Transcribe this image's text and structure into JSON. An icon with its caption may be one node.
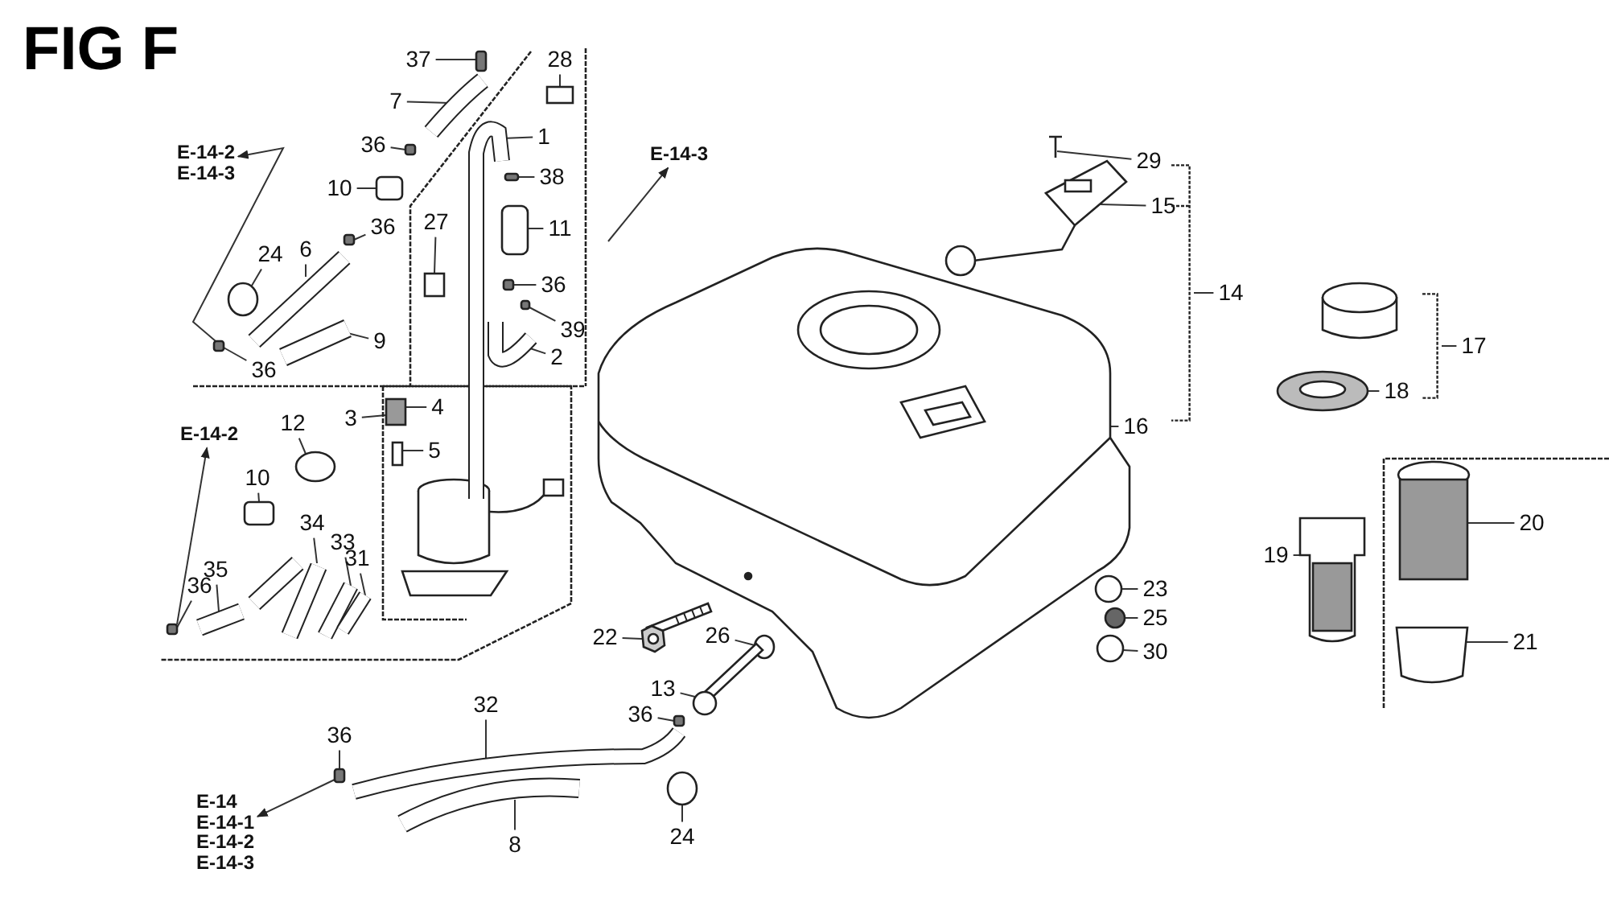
{
  "diagram": {
    "title": "FIG F",
    "nodes": [
      {
        "text": [
          "37"
        ]
      },
      {
        "text": [
          "28"
        ]
      },
      {
        "text": [
          "7"
        ]
      },
      {
        "text": [
          "1"
        ]
      },
      {
        "text": [
          "36"
        ]
      },
      {
        "text": [
          "E-14-2",
          "E-14-3"
        ]
      },
      {
        "text": [
          "E-14-3"
        ]
      },
      {
        "text": [
          "29"
        ]
      },
      {
        "text": [
          "38"
        ]
      },
      {
        "text": [
          "10"
        ]
      },
      {
        "text": [
          "15"
        ]
      },
      {
        "text": [
          "27"
        ]
      },
      {
        "text": [
          "36"
        ]
      },
      {
        "text": [
          "11"
        ]
      },
      {
        "text": [
          "6"
        ]
      },
      {
        "text": [
          "14"
        ]
      },
      {
        "text": [
          "36"
        ]
      },
      {
        "text": [
          "24"
        ]
      },
      {
        "text": [
          "36"
        ]
      },
      {
        "text": [
          "39"
        ]
      },
      {
        "text": [
          "9"
        ]
      },
      {
        "text": [
          "17"
        ]
      },
      {
        "text": [
          "2"
        ]
      },
      {
        "text": [
          "18"
        ]
      },
      {
        "text": [
          "3"
        ]
      },
      {
        "text": [
          "4"
        ]
      },
      {
        "text": [
          "12"
        ]
      },
      {
        "text": [
          "E-14-2"
        ]
      },
      {
        "text": [
          "16"
        ]
      },
      {
        "text": [
          "5"
        ]
      },
      {
        "text": [
          "10"
        ]
      },
      {
        "text": [
          "34"
        ]
      },
      {
        "text": [
          "20"
        ]
      },
      {
        "text": [
          "33"
        ]
      },
      {
        "text": [
          "19"
        ]
      },
      {
        "text": [
          "31"
        ]
      },
      {
        "text": [
          "35"
        ]
      },
      {
        "text": [
          "23"
        ]
      },
      {
        "text": [
          "36"
        ]
      },
      {
        "text": [
          "25"
        ]
      },
      {
        "text": [
          "22"
        ]
      },
      {
        "text": [
          "26"
        ]
      },
      {
        "text": [
          "21"
        ]
      },
      {
        "text": [
          "30"
        ]
      },
      {
        "text": [
          "13"
        ]
      },
      {
        "text": [
          "32"
        ]
      },
      {
        "text": [
          "36"
        ]
      },
      {
        "text": [
          "36"
        ]
      },
      {
        "text": [
          "E-14",
          "E-14-1",
          "E-14-2",
          "E-14-3"
        ]
      },
      {
        "text": [
          "24"
        ]
      },
      {
        "text": [
          "8"
        ]
      },
      {
        "text": [],
        "shape": "bracket"
      },
      {
        "text": [],
        "shape": "bracket"
      },
      {
        "text": [],
        "shape": "picture"
      },
      {
        "text": [],
        "shape": "box"
      },
      {
        "text": [],
        "shape": "box"
      },
      {
        "text": [],
        "shape": "picture"
      },
      {
        "text": [],
        "shape": "box"
      },
      {
        "text": [],
        "shape": "box"
      },
      {
        "text": [],
        "shape": "box"
      },
      {
        "text": [],
        "shape": "picture"
      },
      {
        "text": [],
        "shape": "picture"
      },
      {
        "text": [],
        "shape": "box"
      },
      {
        "text": [],
        "shape": "box"
      },
      {
        "text": [],
        "shape": "box"
      },
      {
        "text": [],
        "shape": "picture"
      },
      {
        "text": [],
        "shape": "box"
      },
      {
        "text": [],
        "shape": "circle"
      },
      {
        "text": [],
        "shape": "box"
      },
      {
        "text": [],
        "shape": "box"
      },
      {
        "text": [],
        "shape": "picture"
      },
      {
        "text": [],
        "shape": "picture"
      },
      {
        "text": [],
        "shape": "picture"
      },
      {
        "text": [],
        "shape": "box"
      },
      {
        "text": [],
        "shape": "circle"
      },
      {
        "text": [],
        "shape": "picture"
      },
      {
        "text": [],
        "shape": "box"
      },
      {
        "text": [],
        "shape": "box"
      },
      {
        "text": [],
        "shape": "picture"
      },
      {
        "text": [],
        "shape": "picture"
      },
      {
        "text": [],
        "shape": "picture"
      },
      {
        "text": [],
        "shape": "picture"
      },
      {
        "text": [],
        "shape": "picture"
      },
      {
        "text": [],
        "shape": "picture"
      },
      {
        "text": [],
        "shape": "circle"
      },
      {
        "text": [],
        "shape": "box"
      },
      {
        "text": [],
        "shape": "circle"
      },
      {
        "text": [],
        "shape": "picture"
      },
      {
        "text": [],
        "shape": "circle"
      },
      {
        "text": [],
        "shape": "picture"
      },
      {
        "text": [],
        "shape": "circle"
      },
      {
        "text": [],
        "shape": "picture"
      },
      {
        "text": [],
        "shape": "picture"
      },
      {
        "text": [],
        "shape": "box"
      },
      {
        "text": [],
        "shape": "box"
      },
      {
        "text": [],
        "shape": "circle"
      },
      {
        "text": [],
        "shape": "picture"
      }
    ],
    "edges": [
      {
        "from": 0,
        "to": 54,
        "arrow": "none"
      },
      {
        "from": 1,
        "to": 55,
        "arrow": "none"
      },
      {
        "from": 2,
        "to": 53,
        "arrow": "none"
      },
      {
        "from": 3,
        "to": 56,
        "arrow": "none"
      },
      {
        "from": 4,
        "to": 57,
        "arrow": "none"
      },
      {
        "from": 68,
        "to": 5,
        "arrow": "to"
      },
      {
        "from": null,
        "to": 6,
        "arrow": "to"
      },
      {
        "from": 7,
        "to": 61,
        "arrow": "none"
      },
      {
        "from": 8,
        "to": 58,
        "arrow": "none"
      },
      {
        "from": 9,
        "to": 59,
        "arrow": "none"
      },
      {
        "from": 10,
        "to": 60,
        "arrow": "none"
      },
      {
        "from": 11,
        "to": 62,
        "arrow": "none"
      },
      {
        "from": 12,
        "to": 63,
        "arrow": "none"
      },
      {
        "from": 13,
        "to": 64,
        "arrow": "none"
      },
      {
        "from": 14,
        "to": 65,
        "arrow": "none"
      },
      {
        "from": 15,
        "to": 51,
        "arrow": "none"
      },
      {
        "from": 16,
        "to": 66,
        "arrow": "none"
      },
      {
        "from": 17,
        "to": 67,
        "arrow": "none"
      },
      {
        "from": 18,
        "to": 68,
        "arrow": "none"
      },
      {
        "from": 19,
        "to": 69,
        "arrow": "none"
      },
      {
        "from": 20,
        "to": 70,
        "arrow": "none"
      },
      {
        "from": 21,
        "to": 52,
        "arrow": "none"
      },
      {
        "from": 22,
        "to": 71,
        "arrow": "none"
      },
      {
        "from": 23,
        "to": 72,
        "arrow": "none"
      },
      {
        "from": 24,
        "to": 73,
        "arrow": "none"
      },
      {
        "from": 25,
        "to": 73,
        "arrow": "none"
      },
      {
        "from": 26,
        "to": 74,
        "arrow": "none"
      },
      {
        "from": 85,
        "to": 27,
        "arrow": "to"
      },
      {
        "from": 28,
        "to": 75,
        "arrow": "none"
      },
      {
        "from": 29,
        "to": 76,
        "arrow": "none"
      },
      {
        "from": 30,
        "to": 77,
        "arrow": "none"
      },
      {
        "from": 31,
        "to": 78,
        "arrow": "none"
      },
      {
        "from": 32,
        "to": 79,
        "arrow": "none"
      },
      {
        "from": 33,
        "to": 80,
        "arrow": "none"
      },
      {
        "from": 34,
        "to": 81,
        "arrow": "none"
      },
      {
        "from": 35,
        "to": 82,
        "arrow": "none"
      },
      {
        "from": 36,
        "to": 83,
        "arrow": "none"
      },
      {
        "from": 37,
        "to": 84,
        "arrow": "none"
      },
      {
        "from": 38,
        "to": 85,
        "arrow": "none"
      },
      {
        "from": 39,
        "to": 86,
        "arrow": "none"
      },
      {
        "from": 40,
        "to": 87,
        "arrow": "none"
      },
      {
        "from": 41,
        "to": 88,
        "arrow": "none"
      },
      {
        "from": 42,
        "to": 89,
        "arrow": "none"
      },
      {
        "from": 43,
        "to": 90,
        "arrow": "none"
      },
      {
        "from": 44,
        "to": 91,
        "arrow": "none"
      },
      {
        "from": 45,
        "to": 92,
        "arrow": "none"
      },
      {
        "from": 46,
        "to": 93,
        "arrow": "none"
      },
      {
        "from": 47,
        "to": 94,
        "arrow": "none"
      },
      {
        "from": 94,
        "to": 48,
        "arrow": "to"
      },
      {
        "from": 49,
        "to": 95,
        "arrow": "none"
      },
      {
        "from": 50,
        "to": 96,
        "arrow": "none"
      }
    ]
  }
}
